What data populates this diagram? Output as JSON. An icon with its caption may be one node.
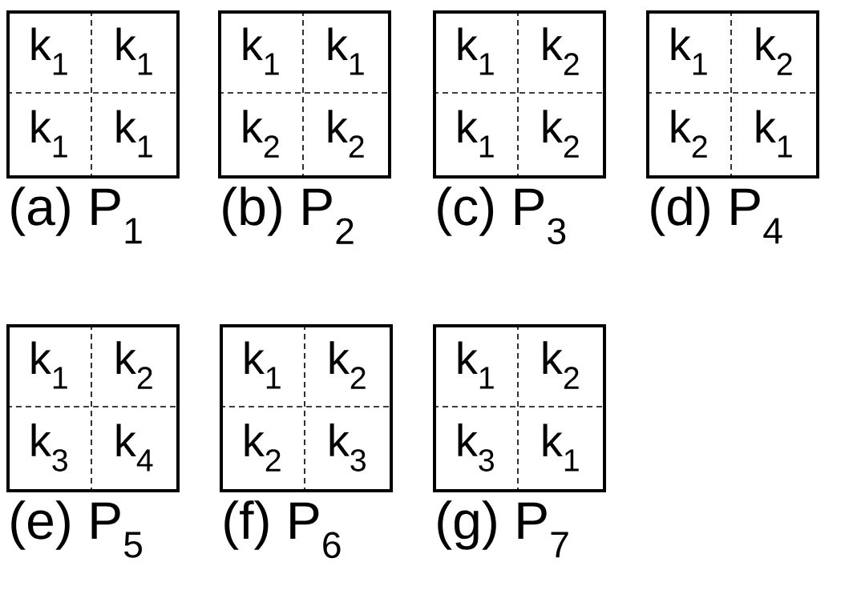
{
  "diagram": {
    "nodes": [
      {
        "text": [],
        "shape": "box",
        "beside": [
          "(a) P$_{1}$"
        ]
      },
      {
        "text": [
          "k$_{1}$"
        ],
        "in": 0
      },
      {
        "text": [
          "k$_{1}$"
        ],
        "in": 0
      },
      {
        "text": [
          "k$_{1}$"
        ],
        "in": 0
      },
      {
        "text": [
          "k$_{1}$"
        ],
        "in": 0
      },
      {
        "text": [],
        "shape": "box",
        "beside": [
          "(b) P$_{2}$"
        ]
      },
      {
        "text": [
          "k$_{1}$"
        ],
        "in": 5
      },
      {
        "text": [
          "k$_{1}$"
        ],
        "in": 5
      },
      {
        "text": [
          "k$_{2}$"
        ],
        "in": 5
      },
      {
        "text": [
          "k$_{2}$"
        ],
        "in": 5
      },
      {
        "text": [],
        "shape": "box",
        "beside": [
          "(c) P$_{3}$"
        ]
      },
      {
        "text": [
          "k$_{1}$"
        ],
        "in": 10
      },
      {
        "text": [
          "k$_{2}$"
        ],
        "in": 10
      },
      {
        "text": [
          "k$_{1}$"
        ],
        "in": 10
      },
      {
        "text": [
          "k$_{2}$"
        ],
        "in": 10
      },
      {
        "text": [],
        "shape": "box",
        "beside": [
          "(d) P$_{4}$"
        ]
      },
      {
        "text": [
          "k$_{1}$"
        ],
        "in": 15
      },
      {
        "text": [
          "k$_{2}$"
        ],
        "in": 15
      },
      {
        "text": [
          "k$_{2}$"
        ],
        "in": 15
      },
      {
        "text": [
          "k$_{1}$"
        ],
        "in": 15
      },
      {
        "text": [],
        "shape": "box",
        "beside": [
          "(e) P$_{5}$"
        ]
      },
      {
        "text": [
          "k$_{1}$"
        ],
        "in": 20
      },
      {
        "text": [
          "k$_{2}$"
        ],
        "in": 20
      },
      {
        "text": [
          "k$_{3}$"
        ],
        "in": 20
      },
      {
        "text": [
          "k$_{4}$"
        ],
        "in": 20
      },
      {
        "text": [],
        "shape": "box",
        "beside": [
          "(f) P$_{6}$"
        ]
      },
      {
        "text": [
          "k$_{1}$"
        ],
        "in": 25
      },
      {
        "text": [
          "k$_{2}$"
        ],
        "in": 25
      },
      {
        "text": [
          "k$_{2}$"
        ],
        "in": 25
      },
      {
        "text": [
          "k$_{3}$"
        ],
        "in": 25
      },
      {
        "text": [],
        "shape": "box",
        "beside": [
          "(g) P$_{7}$"
        ]
      },
      {
        "text": [
          "k$_{1}$"
        ],
        "in": 30
      },
      {
        "text": [
          "k$_{2}$"
        ],
        "in": 30
      },
      {
        "text": [
          "k$_{3}$"
        ],
        "in": 30
      },
      {
        "text": [
          "k$_{1}$"
        ],
        "in": 30
      }
    ]
  }
}
